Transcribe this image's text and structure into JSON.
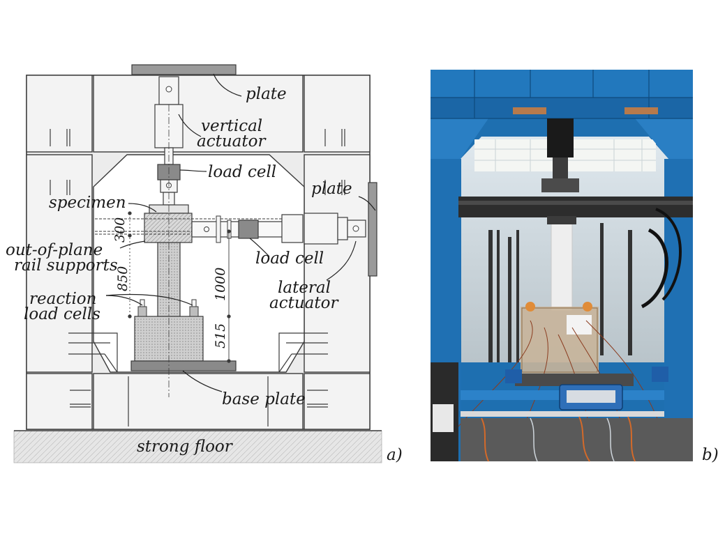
{
  "labels": {
    "plate_top": "plate",
    "vertical_actuator_1": "vertical",
    "vertical_actuator_2": "actuator",
    "load_cell_top": "load cell",
    "plate_right": "plate",
    "specimen": "specimen",
    "out_of_plane_1": "out-of-plane",
    "out_of_plane_2": "rail supports",
    "load_cell_side": "load cell",
    "lateral_actuator_1": "lateral",
    "lateral_actuator_2": "actuator",
    "reaction_1": "reaction",
    "reaction_2": "load cells",
    "base_plate": "base plate",
    "strong_floor": "strong floor"
  },
  "dimensions": {
    "d300": "300",
    "d850": "850",
    "d1000": "1000",
    "d515": "515"
  },
  "panels": {
    "a": "a)",
    "b": "b)"
  }
}
